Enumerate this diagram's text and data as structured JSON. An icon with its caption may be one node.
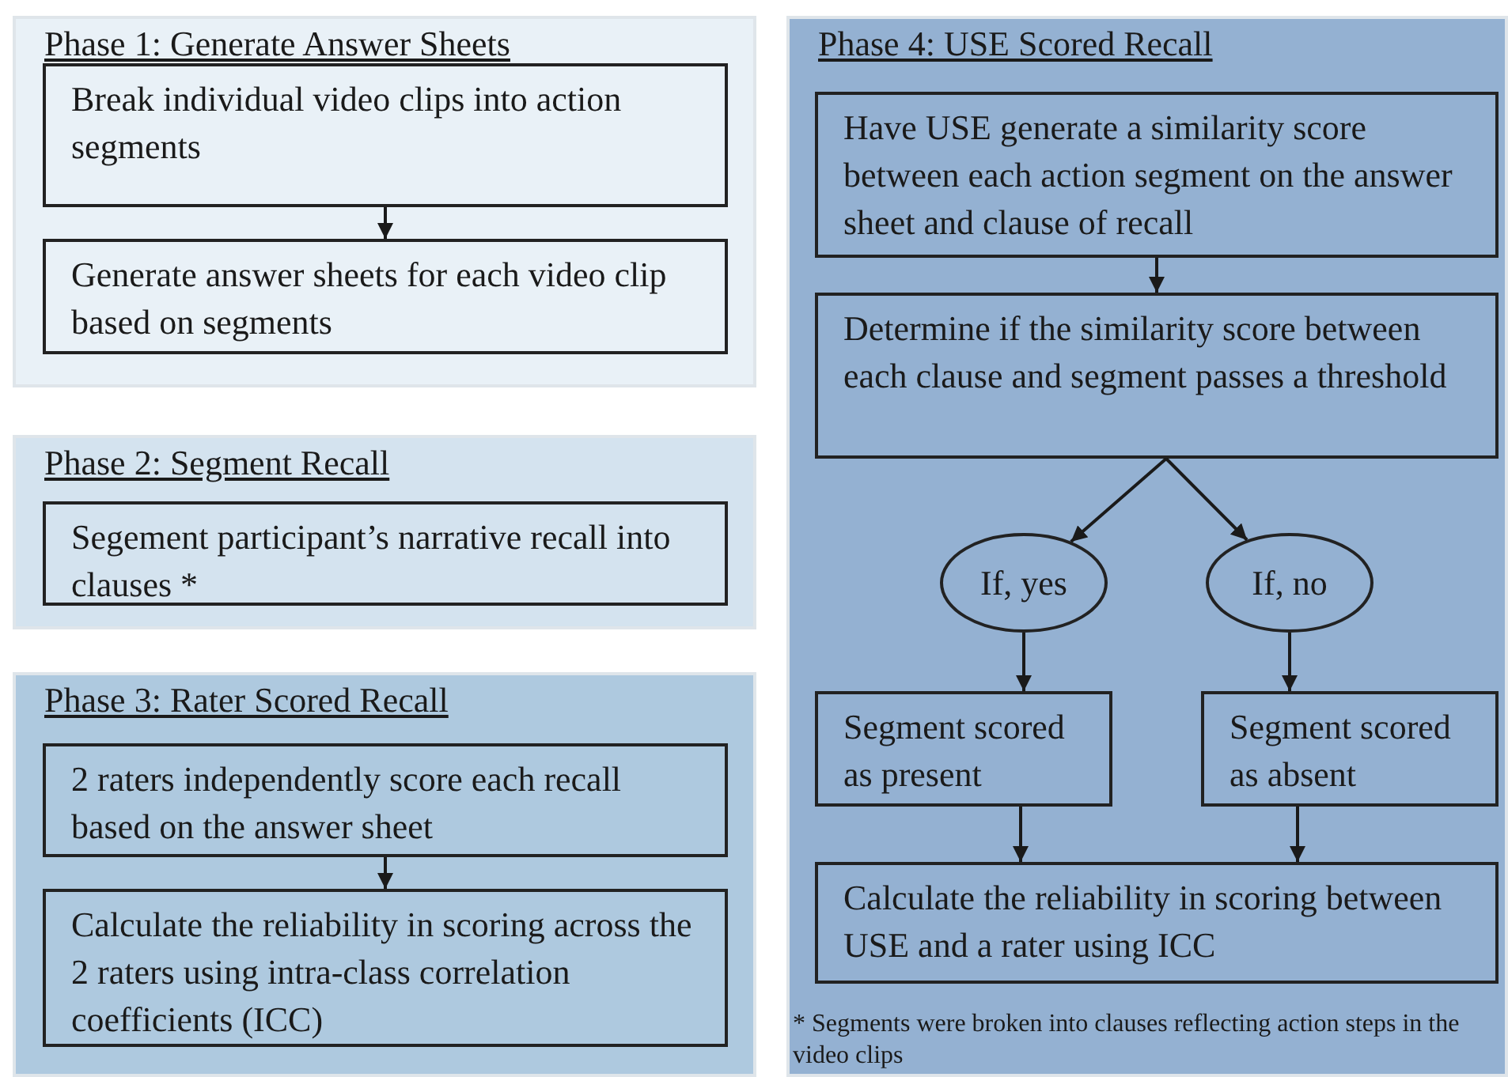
{
  "diagram": {
    "nodes": [
      {
        "text": [
          "Phase 1: Generate Answer Sheets"
        ]
      },
      {
        "text": [
          "Break individual video clips into action segments"
        ],
        "in": 0
      },
      {
        "text": [
          "Generate answer sheets for each video clip based on segments"
        ],
        "in": 0
      },
      {
        "text": [
          "Phase 2: Segment Recall"
        ]
      },
      {
        "text": [
          "Segement participant’s narrative recall into clauses *"
        ],
        "in": 3
      },
      {
        "text": [
          "Phase 3: Rater Scored Recall"
        ]
      },
      {
        "text": [
          "2 raters independently score each recall based on the answer sheet"
        ],
        "in": 5
      },
      {
        "text": [
          "Calculate the reliability in scoring across the 2 raters using intra-class correlation coefficients (ICC)"
        ],
        "in": 5
      },
      {
        "text": [
          "Phase 4: USE Scored Recall"
        ]
      },
      {
        "text": [
          "Have USE generate a similarity score between each action segment on the answer sheet and clause of recall"
        ],
        "in": 8
      },
      {
        "text": [
          "Determine if the similarity score between each clause and segment passes a threshold"
        ],
        "in": 8
      },
      {
        "text": [
          "If, yes"
        ],
        "in": 8
      },
      {
        "text": [
          "If, no"
        ],
        "in": 8
      },
      {
        "text": [
          "Segment scored as present"
        ],
        "in": 8
      },
      {
        "text": [
          "Segment scored as absent"
        ],
        "in": 8
      },
      {
        "text": [
          "Calculate the reliability in scoring between USE and a rater using ICC"
        ],
        "in": 8
      }
    ],
    "edges": [
      {
        "from": 1,
        "to": 2,
        "arrow": "to"
      },
      {
        "from": 6,
        "to": 7,
        "arrow": "to"
      },
      {
        "from": 9,
        "to": 10,
        "arrow": "to"
      },
      {
        "from": 10,
        "to": 11,
        "arrow": "to"
      },
      {
        "from": 10,
        "to": 12,
        "arrow": "to"
      },
      {
        "from": 11,
        "to": 13,
        "arrow": "to"
      },
      {
        "from": 12,
        "to": 14,
        "arrow": "to"
      },
      {
        "from": 13,
        "to": 15,
        "arrow": "to"
      },
      {
        "from": 14,
        "to": 15,
        "arrow": "to"
      }
    ],
    "labels": [
      "* Segments were broken into clauses reflecting action steps in the video clips"
    ]
  }
}
